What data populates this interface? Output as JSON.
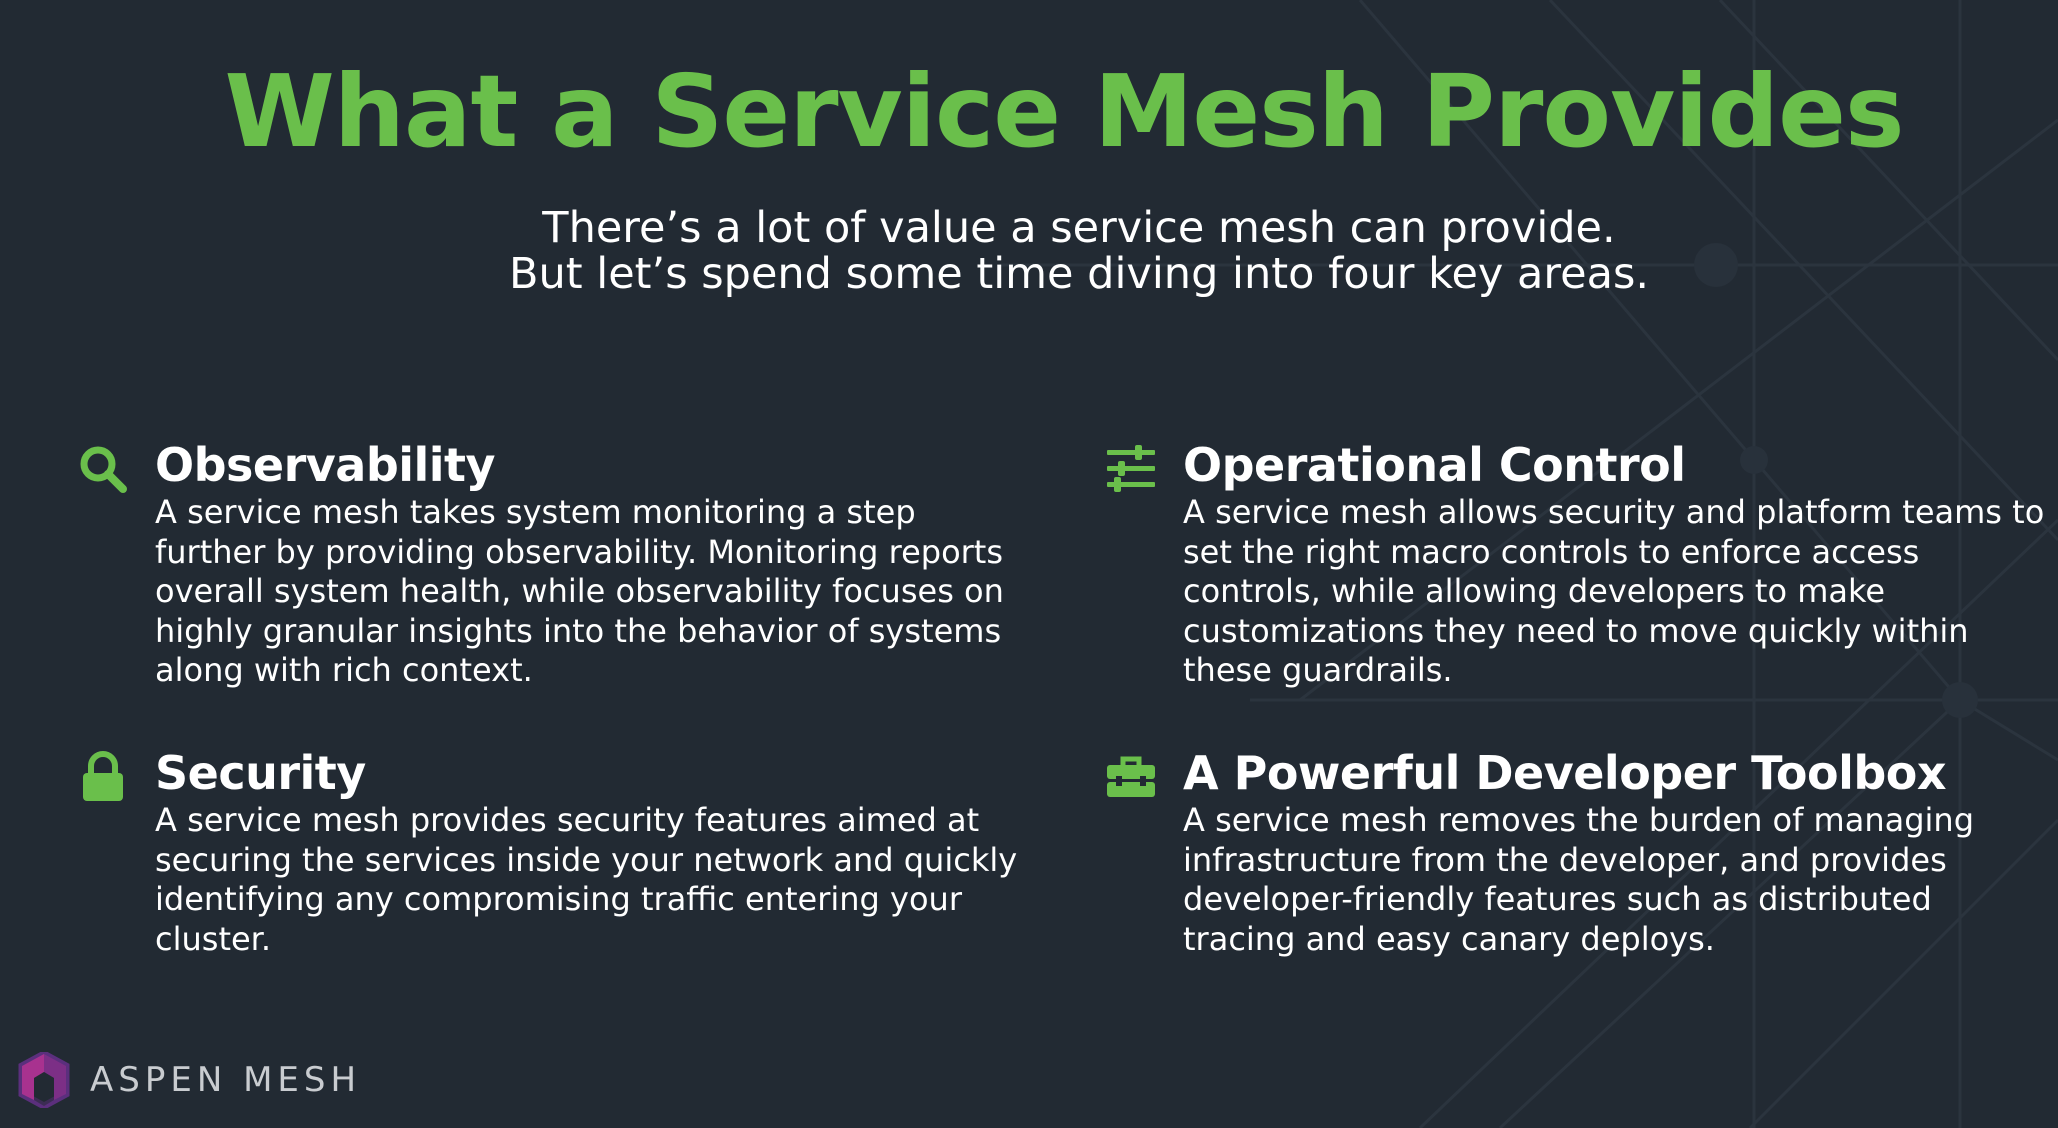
{
  "slide": {
    "title": "What a Service Mesh Provides",
    "subtitle_line1": "There’s a lot of value a service mesh can provide.",
    "subtitle_line2": "But let’s spend some time diving into four key areas."
  },
  "features": [
    {
      "icon": "search-icon",
      "heading": "Observability",
      "body": "A service mesh takes system monitoring a step further by providing observability. Monitoring reports overall system health, while observability focuses on highly granular insights into the behavior of systems along with rich context."
    },
    {
      "icon": "sliders-icon",
      "heading": "Operational Control",
      "body": "A service mesh allows security and platform teams to set the right macro controls to enforce access controls, while allowing developers to make customizations they need to move quickly within these guardrails."
    },
    {
      "icon": "lock-icon",
      "heading": "Security",
      "body": "A service mesh provides security features aimed at securing the services inside your network and quickly identifying any compromising traffic entering your cluster."
    },
    {
      "icon": "toolbox-icon",
      "heading": "A Powerful Developer Toolbox",
      "body": "A service mesh removes the burden of managing infrastructure from the developer, and provides developer-friendly features such as distributed tracing and easy canary deploys."
    }
  ],
  "logo": {
    "text": "ASPEN MESH"
  },
  "colors": {
    "background": "#222a33",
    "accent_green": "#6abf4b",
    "text": "#ffffff",
    "logo_magenta": "#a8328f",
    "logo_purple": "#5b2f7d"
  }
}
